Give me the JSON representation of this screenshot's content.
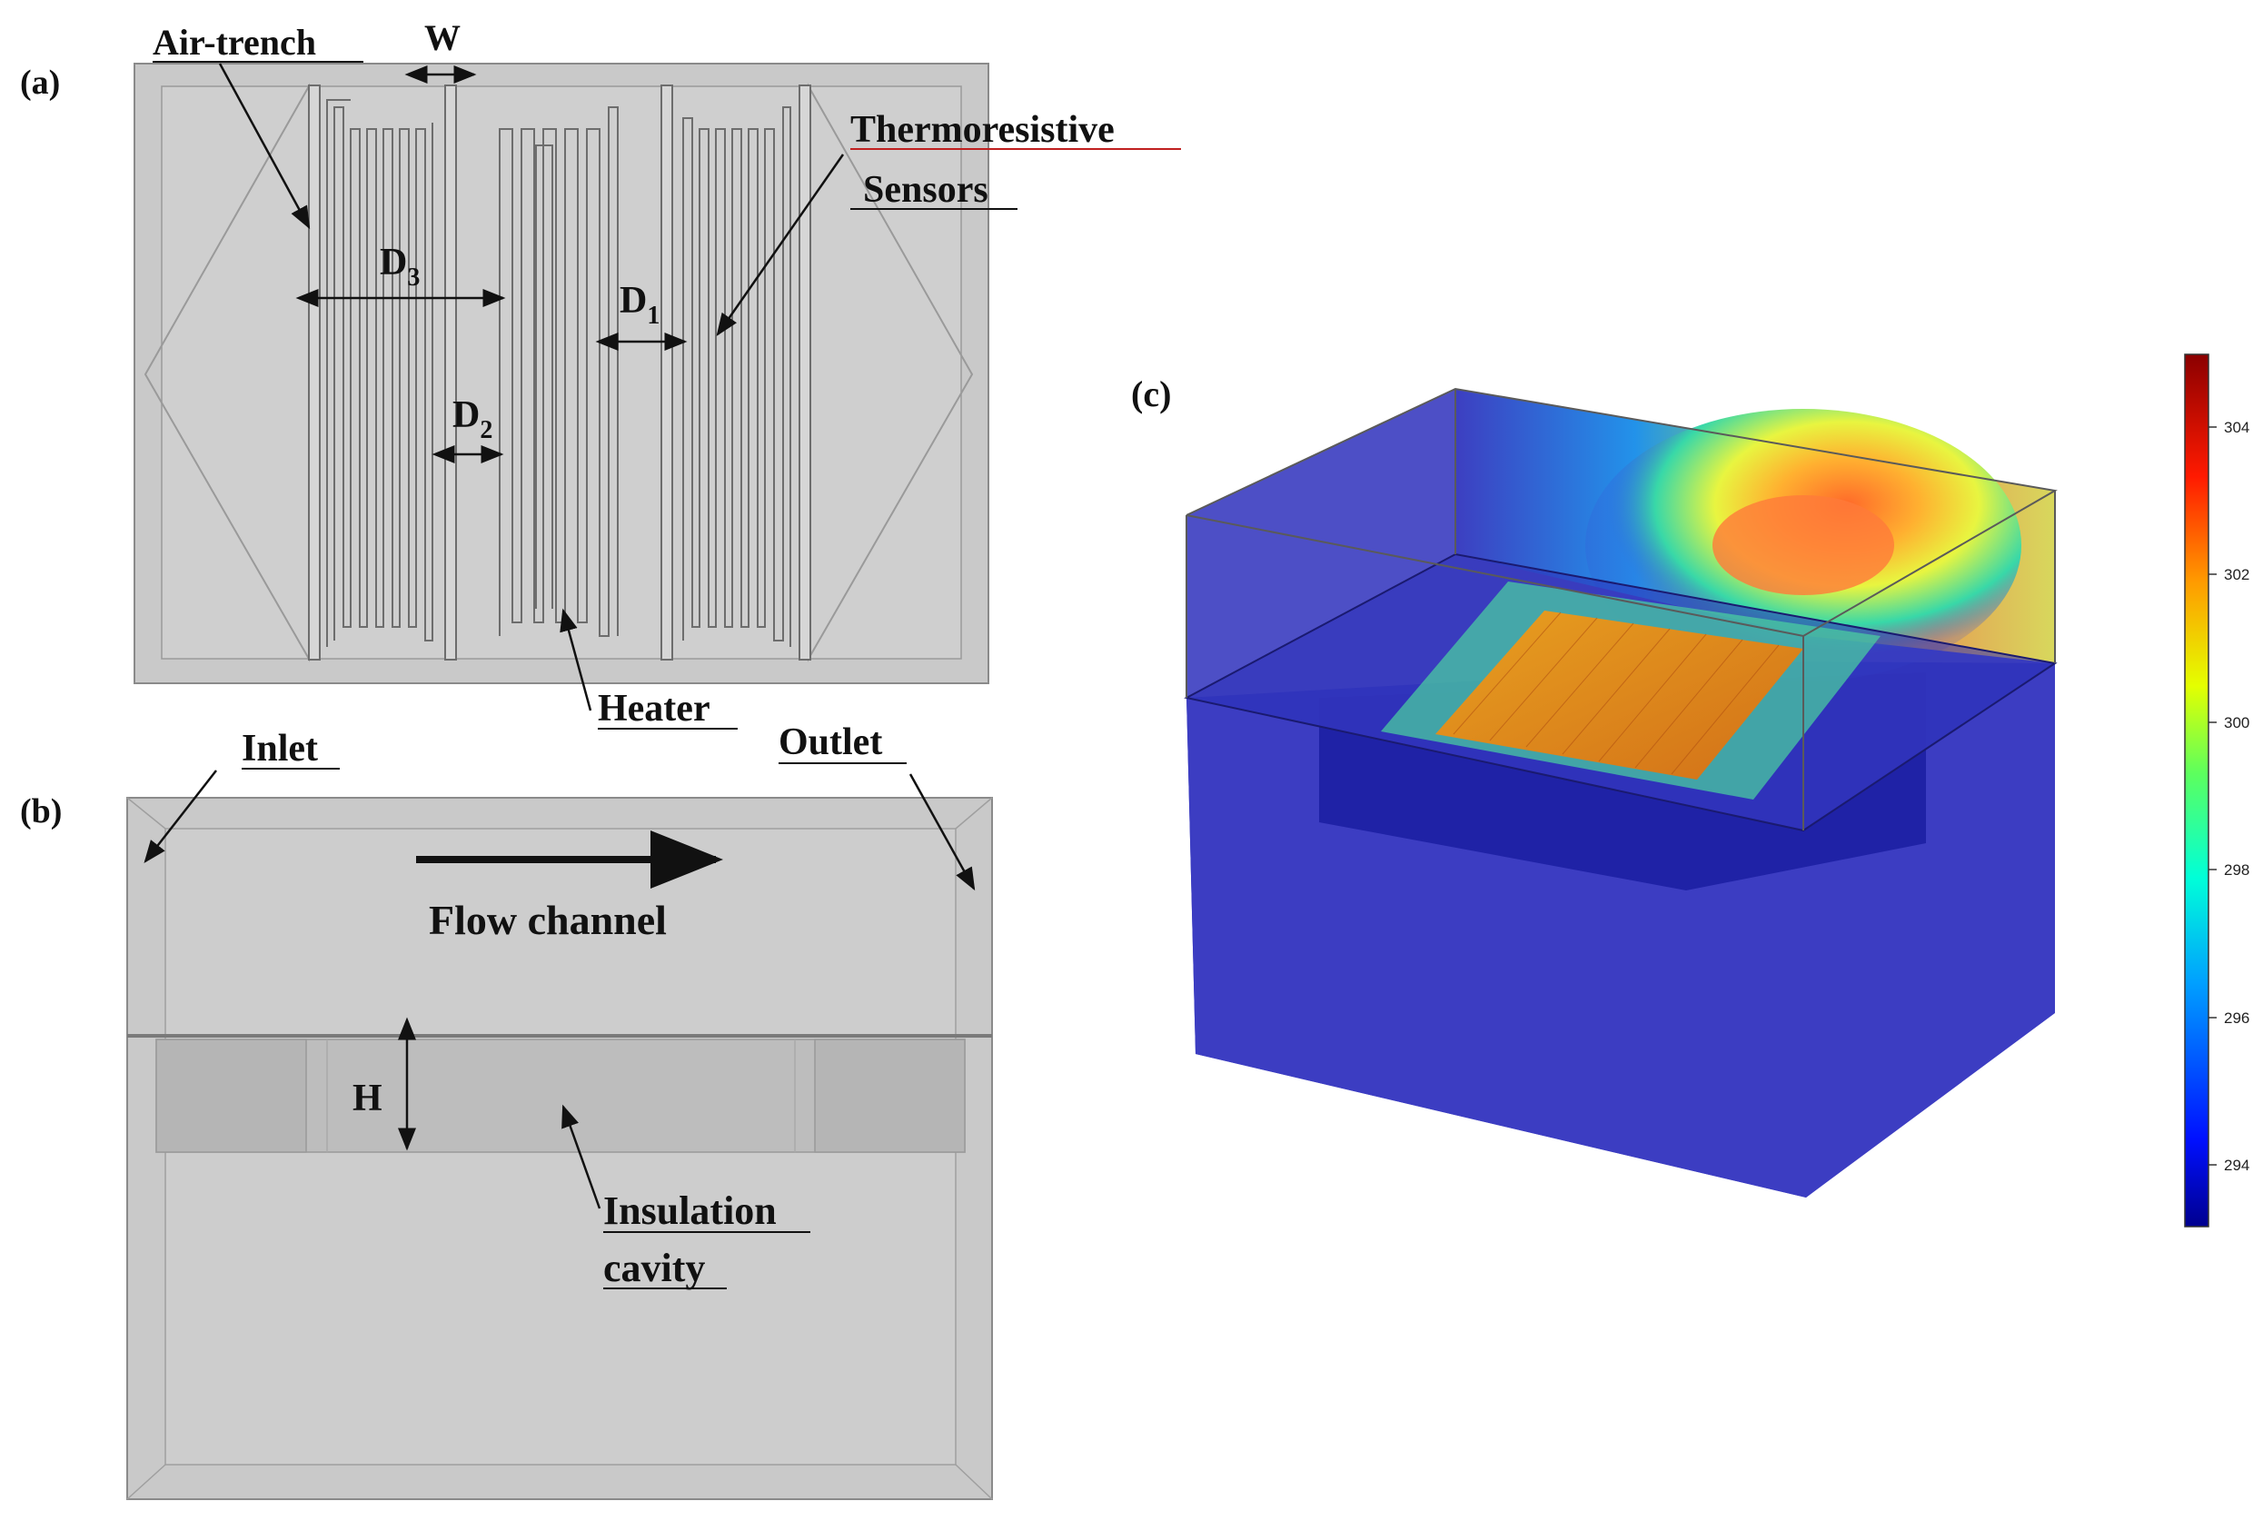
{
  "panels": {
    "a": "(a)",
    "b": "(b)",
    "c": "(c)"
  },
  "labels_a": {
    "air_trench": "Air-trench",
    "w": "W",
    "thermo_line1": "Thermoresistive",
    "thermo_line2": "Sensors",
    "d3": "D",
    "d3_sub": "3",
    "d1": "D",
    "d1_sub": "1",
    "d2": "D",
    "d2_sub": "2",
    "heater": "Heater"
  },
  "labels_b": {
    "inlet": "Inlet",
    "outlet": "Outlet",
    "flow_channel": "Flow channel",
    "h": "H",
    "insulation_line1": "Insulation",
    "insulation_line2": "cavity"
  },
  "colorbar": {
    "ticks": [
      "304",
      "302",
      "300",
      "298",
      "296",
      "294"
    ],
    "colors": {
      "top": "#8b0000",
      "red": "#ff1a00",
      "orange": "#ff9a00",
      "yellow": "#f6ff00",
      "green": "#5dff5d",
      "cyan": "#00d9ff",
      "blue": "#0040ff",
      "bottom": "#00008f"
    }
  },
  "colors": {
    "substrate_gray": "#c8c8c8",
    "edge_gray": "#8a8a8a",
    "block_blue": "#3a3cc0",
    "hot_orange": "#e07a1a"
  }
}
